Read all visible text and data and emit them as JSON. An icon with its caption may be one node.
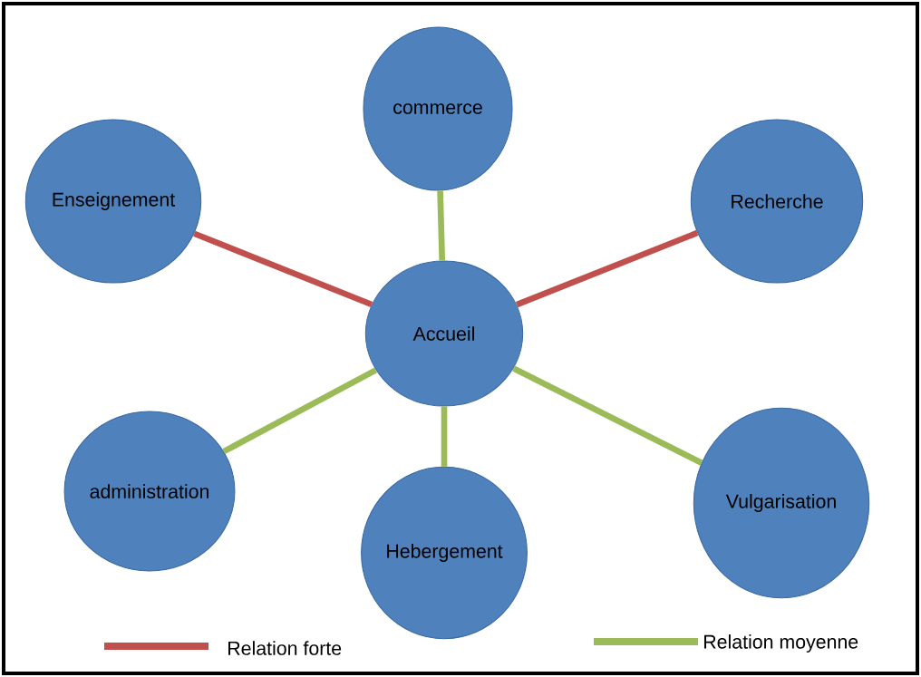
{
  "diagram": {
    "nodes": [
      {
        "text": [
          "commerce"
        ]
      },
      {
        "text": [
          "Enseignement"
        ]
      },
      {
        "text": [
          "Recherche"
        ]
      },
      {
        "text": [
          "Accueil"
        ]
      },
      {
        "text": [
          "administration"
        ]
      },
      {
        "text": [
          "Vulgarisation"
        ]
      },
      {
        "text": [
          "Hebergement"
        ]
      }
    ],
    "edges": [
      {
        "from": 3,
        "to": 0,
        "arrow": "none"
      },
      {
        "from": 3,
        "to": 1,
        "arrow": "none",
        "color": "#c0504d"
      },
      {
        "from": 3,
        "to": 2,
        "arrow": "none",
        "color": "#c0504d"
      },
      {
        "from": 3,
        "to": 4,
        "arrow": "none"
      },
      {
        "from": 3,
        "to": 5,
        "arrow": "none"
      },
      {
        "from": 3,
        "to": 6,
        "arrow": "none"
      }
    ],
    "legend": [
      {
        "text": "Relation forte",
        "color": "#c0504d"
      },
      {
        "text": "Relation moyenne",
        "color": "#9bbb59"
      }
    ]
  }
}
